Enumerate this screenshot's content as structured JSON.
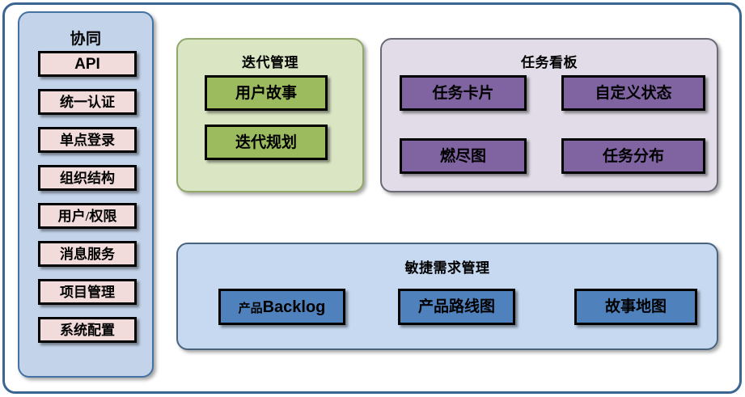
{
  "diagram": {
    "title_hidden": "",
    "colors": {
      "frame_border": "#3D6592",
      "collab_panel_bg": "#C3D3EA",
      "collab_panel_border": "#4472A3",
      "collab_node_bg": "#F2DCDB",
      "iteration_panel_bg": "#D9E5C3",
      "iteration_node_bg": "#9CBB5E",
      "taskboard_panel_bg": "#E1DCE7",
      "taskboard_node_bg": "#8064A2",
      "agile_panel_bg": "#C6D9F0",
      "agile_node_bg": "#4F81BD",
      "node_border": "#000000"
    }
  },
  "collaboration": {
    "title": "协同",
    "items": [
      {
        "label": "API"
      },
      {
        "label": "统一认证"
      },
      {
        "label": "单点登录"
      },
      {
        "label": "组织结构"
      },
      {
        "label": "用户/权限"
      },
      {
        "label": "消息服务"
      },
      {
        "label": "项目管理"
      },
      {
        "label": "系统配置"
      }
    ]
  },
  "iteration": {
    "title": "迭代管理",
    "items": [
      {
        "label": "用户故事"
      },
      {
        "label": "迭代规划"
      }
    ]
  },
  "taskboard": {
    "title": "任务看板",
    "items": [
      {
        "label": "任务卡片"
      },
      {
        "label": "自定义状态"
      },
      {
        "label": "燃尽图"
      },
      {
        "label": "任务分布"
      }
    ]
  },
  "agile": {
    "title": "敏捷需求管理",
    "items": [
      {
        "label": "产品Backlog",
        "cjk": "产品",
        "latin": "Backlog"
      },
      {
        "label": "产品路线图"
      },
      {
        "label": "故事地图"
      }
    ]
  }
}
